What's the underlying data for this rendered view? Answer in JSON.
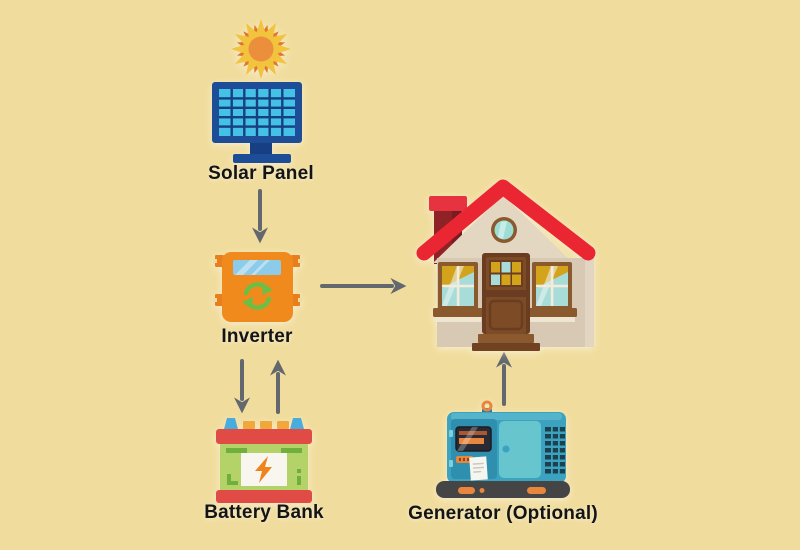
{
  "diagram": {
    "type": "flow-diagram",
    "subject": "Solar power system with inverter, battery bank, optional generator and house"
  },
  "colors": {
    "background": "#f0dc9c",
    "arrow": "#63686e",
    "label_text": "#141414",
    "sun_ray_yellow": "#f2c33c",
    "sun_ray_orange": "#e2762a",
    "sun_core": "#ec8f3d",
    "panel_frame": "#1d4e96",
    "panel_cell": "#45c1e8",
    "inverter_body": "#f18a1f",
    "inverter_screen": "#8ccbe9",
    "inverter_sync_arrows": "#6cbf44",
    "house_roof": "#ea2531",
    "house_chimney": "#8e2026",
    "house_wall": "#d8c9b4",
    "house_gable": "#e3d7c2",
    "house_door": "#7d4b27",
    "house_window_gold": "#d4a31f",
    "house_window_blue": "#a7dcd8",
    "generator_body": "#3aa2c0",
    "generator_panel": "#2f8fae",
    "generator_door": "#66c5cd",
    "generator_vents": "#1c3f4d",
    "generator_base": "#454545",
    "generator_accent": "#e8863c",
    "battery_band": "#e04b45",
    "battery_body": "#b3d268",
    "battery_stripe": "#6fae3e",
    "battery_terminal_blue": "#4aacdc",
    "battery_terminal_orange": "#f0a83c",
    "battery_bolt": "#f0841c"
  },
  "nodes": [
    {
      "id": "solar-panel",
      "label": "Solar Panel",
      "icon": "solar-panel-icon"
    },
    {
      "id": "inverter",
      "label": "Inverter",
      "icon": "inverter-icon"
    },
    {
      "id": "house",
      "label": "",
      "icon": "house-icon"
    },
    {
      "id": "battery-bank",
      "label": "Battery Bank",
      "icon": "battery-icon"
    },
    {
      "id": "generator",
      "label": "Generator (Optional)",
      "icon": "generator-icon"
    }
  ],
  "edges": [
    {
      "from": "solar-panel",
      "to": "inverter",
      "direction": "down"
    },
    {
      "from": "inverter",
      "to": "house",
      "direction": "right"
    },
    {
      "from": "inverter",
      "to": "battery-bank",
      "direction": "down"
    },
    {
      "from": "battery-bank",
      "to": "inverter",
      "direction": "up"
    },
    {
      "from": "generator",
      "to": "house",
      "direction": "up"
    }
  ]
}
